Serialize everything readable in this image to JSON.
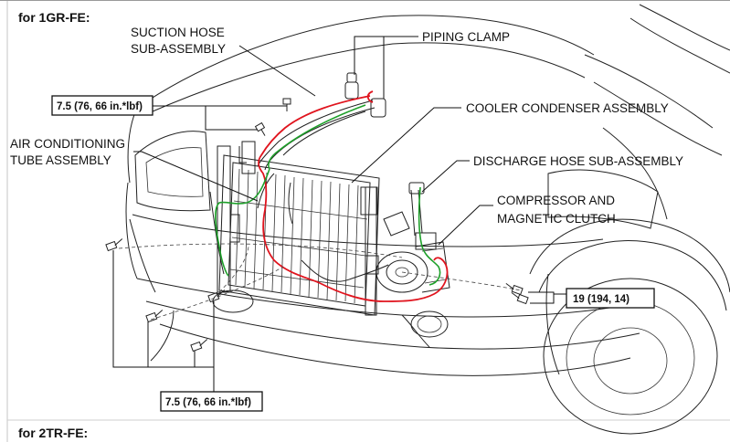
{
  "sections": {
    "top_title": "for 1GR-FE:",
    "bottom_title": "for 2TR-FE:"
  },
  "callouts": {
    "suction_hose_line1": "SUCTION HOSE",
    "suction_hose_line2": "SUB-ASSEMBLY",
    "piping_clamp": "PIPING CLAMP",
    "cooler_condenser": "COOLER CONDENSER ASSEMBLY",
    "discharge_hose": "DISCHARGE HOSE SUB-ASSEMBLY",
    "air_cond_tube_line1": "AIR CONDITIONING",
    "air_cond_tube_line2": "TUBE ASSEMBLY",
    "compressor_line1": "COMPRESSOR AND",
    "compressor_line2": "MAGNETIC CLUTCH"
  },
  "torque_specs": {
    "top_left": "7.5 (76, 66 in.*lbf)",
    "bottom": "7.5 (76, 66 in.*lbf)",
    "right": "19 (194, 14)"
  },
  "highlight_colors": {
    "suction_path": "#e0141e",
    "discharge_path": "#1ea02a"
  }
}
